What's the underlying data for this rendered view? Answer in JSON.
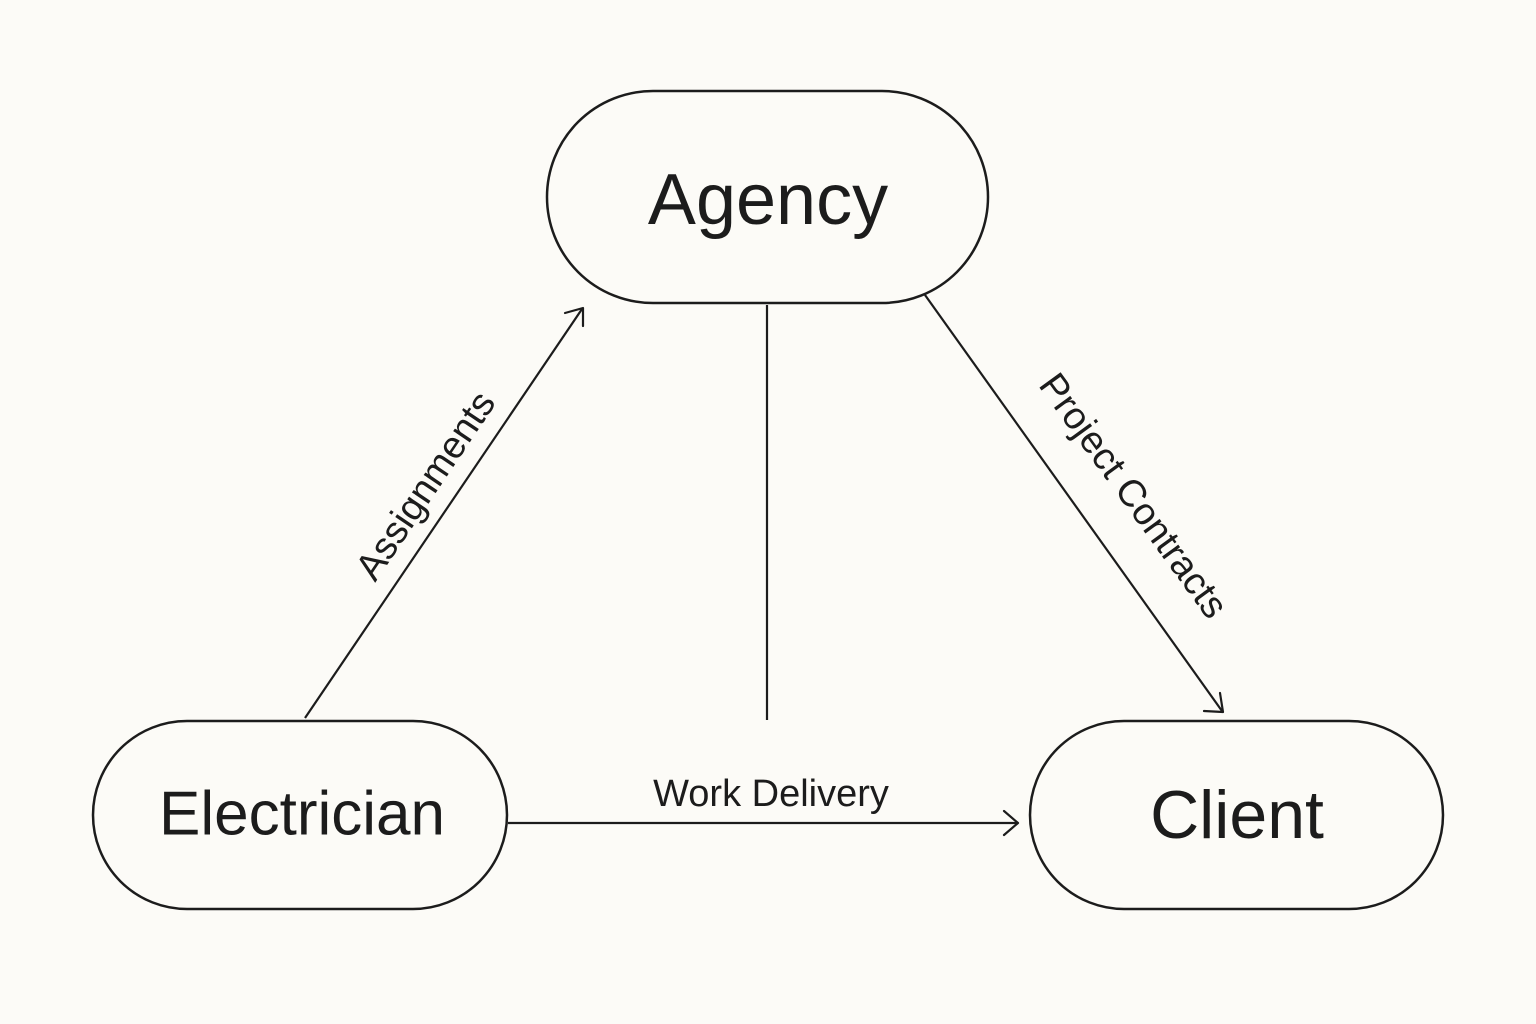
{
  "background_color": "#fcfbf7",
  "stroke_color": "#1c1c1c",
  "nodes": {
    "agency": {
      "label": "Agency"
    },
    "electrician": {
      "label": "Electrician"
    },
    "client": {
      "label": "Client"
    }
  },
  "edges": {
    "assignments": {
      "label": "Assignments",
      "from": "electrician",
      "to": "agency",
      "arrow": true
    },
    "project_contracts": {
      "label": "Project Contracts",
      "from": "agency",
      "to": "client",
      "arrow": true
    },
    "work_delivery": {
      "label": "Work Delivery",
      "from": "electrician",
      "to": "client",
      "arrow": true
    },
    "agency_link": {
      "label": "",
      "from": "agency",
      "to": "work_delivery",
      "arrow": false
    }
  }
}
